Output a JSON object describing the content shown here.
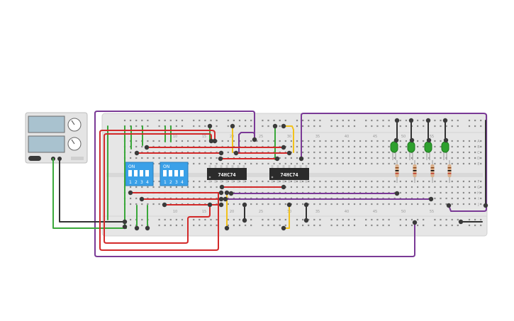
{
  "power_supply": {
    "label": "",
    "readout_top": "",
    "readout_bottom": ""
  },
  "breadboard": {
    "column_numbers_top": [
      "1",
      "10",
      "15",
      "20",
      "25",
      "30",
      "35",
      "40",
      "45",
      "50",
      "55"
    ],
    "column_numbers_bottom": [
      "1",
      "10",
      "15",
      "20",
      "25",
      "30",
      "35",
      "40",
      "45",
      "50",
      "55"
    ],
    "row_letters_right": [
      "A",
      "B",
      "C",
      "D",
      "E",
      "F",
      "G",
      "H",
      "I",
      "J"
    ]
  },
  "dip_switch_1": {
    "on_label": "ON",
    "switch_numbers": [
      "1",
      "2",
      "3",
      "4"
    ]
  },
  "dip_switch_2": {
    "on_label": "ON",
    "switch_numbers": [
      "1",
      "2",
      "3",
      "4"
    ]
  },
  "ic_1": {
    "label": "74HC74"
  },
  "ic_2": {
    "label": "74HC74"
  },
  "leds": {
    "count": 4,
    "color": "#2ea02e"
  },
  "colors": {
    "wire_red": "#d32a2a",
    "wire_green": "#3aa83a",
    "wire_purple": "#7a3a96",
    "wire_yellow": "#f2c21b",
    "wire_black": "#333333",
    "dip_blue": "#3aa0e8",
    "ic_body": "#2b2b2b",
    "breadboard": "#e6e6e6"
  }
}
